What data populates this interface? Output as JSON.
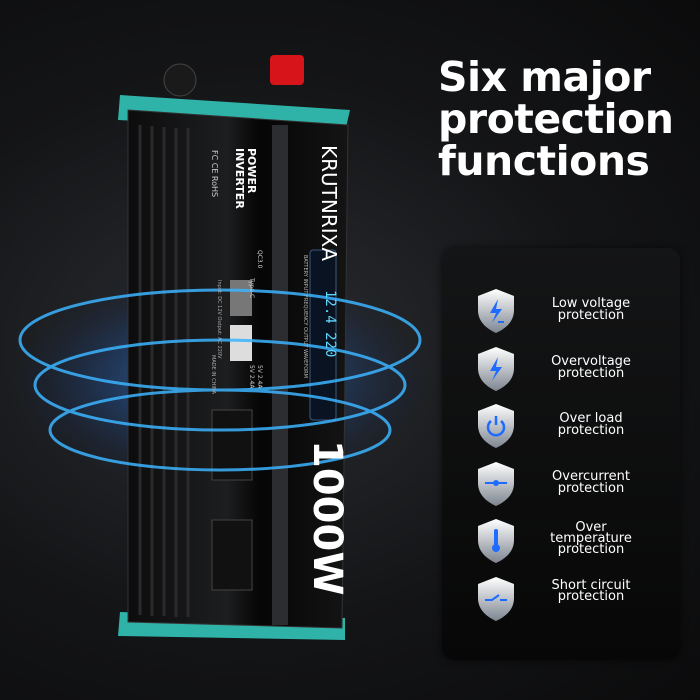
{
  "headline": "Six major protection functions",
  "protections": [
    {
      "label": "Low voltage protection",
      "icon": "low-voltage-icon"
    },
    {
      "label": "Overvoltage protection",
      "icon": "overvoltage-icon"
    },
    {
      "label": "Over load protection",
      "icon": "power-icon"
    },
    {
      "label": "Overcurrent protection",
      "icon": "overcurrent-icon"
    },
    {
      "label": "Over temperature protection",
      "icon": "thermometer-icon"
    },
    {
      "label": "Short circuit protection",
      "icon": "short-circuit-icon"
    }
  ],
  "product": {
    "brand": "KRUTNRIXA",
    "name_line1": "POWER",
    "name_line2": "INVERTER",
    "wattage": "1000W",
    "display_values": "12.4  220",
    "display_labels": "BATTERY  INPUT  FREQUENCY  OUTPUT  WAVEFORM",
    "qc_label": "QC3.0",
    "typec_label": "Type-C",
    "usb_spec1": "5V 2.4A",
    "usb_spec2": "5V 2.4A",
    "io_spec": "Input: DC 12V  Output: AC 220V",
    "origin": "MADE IN CHINA",
    "certs": "FC  CE  RoHS"
  },
  "colors": {
    "accent": "#1e6cff",
    "teal": "#2fb3a9",
    "glow": "#27a8ff"
  }
}
